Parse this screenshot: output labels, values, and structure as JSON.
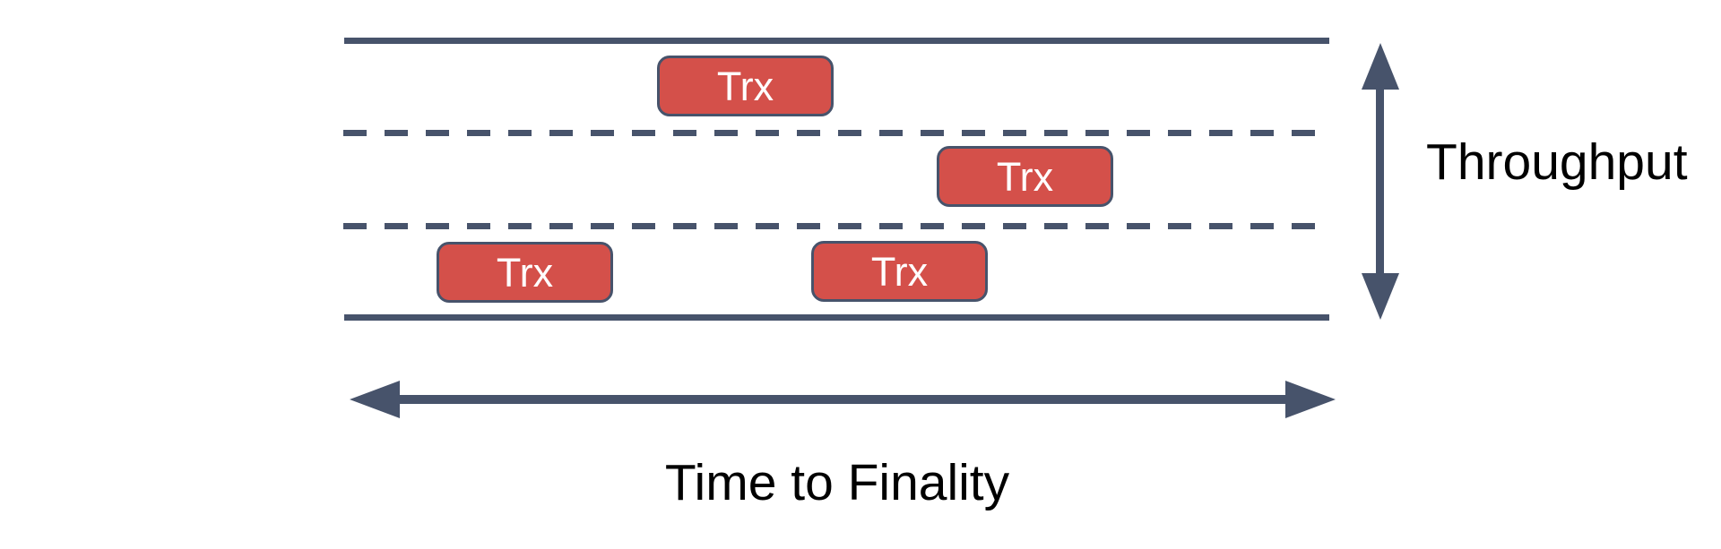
{
  "diagram": {
    "throughput_label": "Throughput",
    "time_to_finality_label": "Time to Finality",
    "lane_count": 3,
    "transactions": [
      {
        "label": "Trx",
        "lane": 1
      },
      {
        "label": "Trx",
        "lane": 2
      },
      {
        "label": "Trx",
        "lane": 3
      },
      {
        "label": "Trx",
        "lane": 3
      }
    ]
  },
  "colors": {
    "slate": "#47536B",
    "trx_fill": "#D4504A",
    "trx_text": "#FFFFFF",
    "label_text": "#000000",
    "background": "#FFFFFF"
  }
}
